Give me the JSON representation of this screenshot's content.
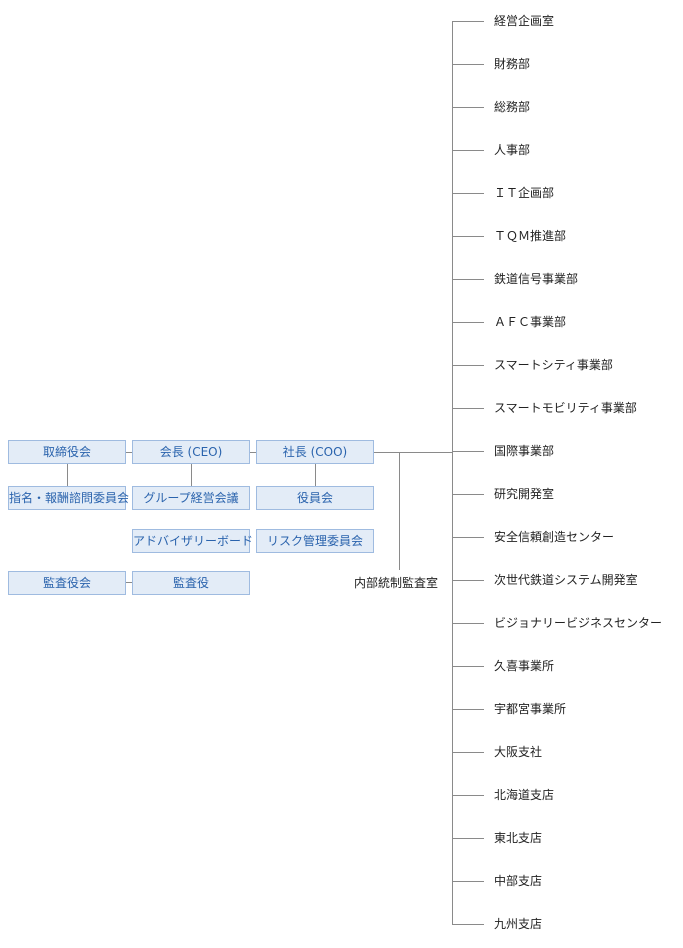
{
  "org": {
    "board": "取締役会",
    "chairman": "会長 (CEO)",
    "president": "社長 (COO)",
    "nomination_committee": "指名・報酬諮問委員会",
    "management_council": "グループ経営会議",
    "officers_meeting": "役員会",
    "advisory_board": "アドバイザリーボード",
    "risk_committee": "リスク管理委員会",
    "audit_board": "監査役会",
    "auditor": "監査役",
    "internal_audit": "内部統制監査室"
  },
  "departments": [
    "経営企画室",
    "財務部",
    "総務部",
    "人事部",
    "ＩＴ企画部",
    "ＴＱＭ推進部",
    "鉄道信号事業部",
    "ＡＦＣ事業部",
    "スマートシティ事業部",
    "スマートモビリティ事業部",
    "国際事業部",
    "研究開発室",
    "安全信頼創造センター",
    "次世代鉄道システム開発室",
    "ビジョナリービジネスセンター",
    "久喜事業所",
    "宇都宮事業所",
    "大阪支社",
    "北海道支店",
    "東北支店",
    "中部支店",
    "九州支店"
  ]
}
